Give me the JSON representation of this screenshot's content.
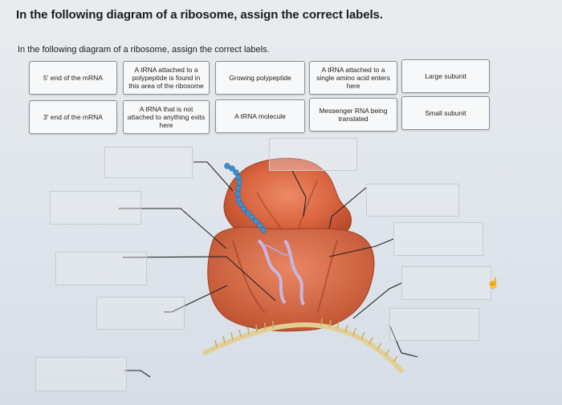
{
  "question": {
    "title": "In the following diagram of a ribosome, assign the correct labels.",
    "prompt": "In the following diagram of a ribosome, assign the correct labels."
  },
  "label_bank": [
    "5' end of the mRNA",
    "A tRNA attached to a polypeptide is found in this area of the ribosome",
    "Growing polypeptide",
    "A tRNA attached to a single amino acid enters here",
    "Large subunit",
    "3' end of the mRNA",
    "A tRNA that is not attached to anything exits here",
    "A tRNA molecule",
    "Messenger RNA being translated",
    "Small subunit"
  ],
  "icons": {
    "cursor": "hand-pointer-icon"
  }
}
